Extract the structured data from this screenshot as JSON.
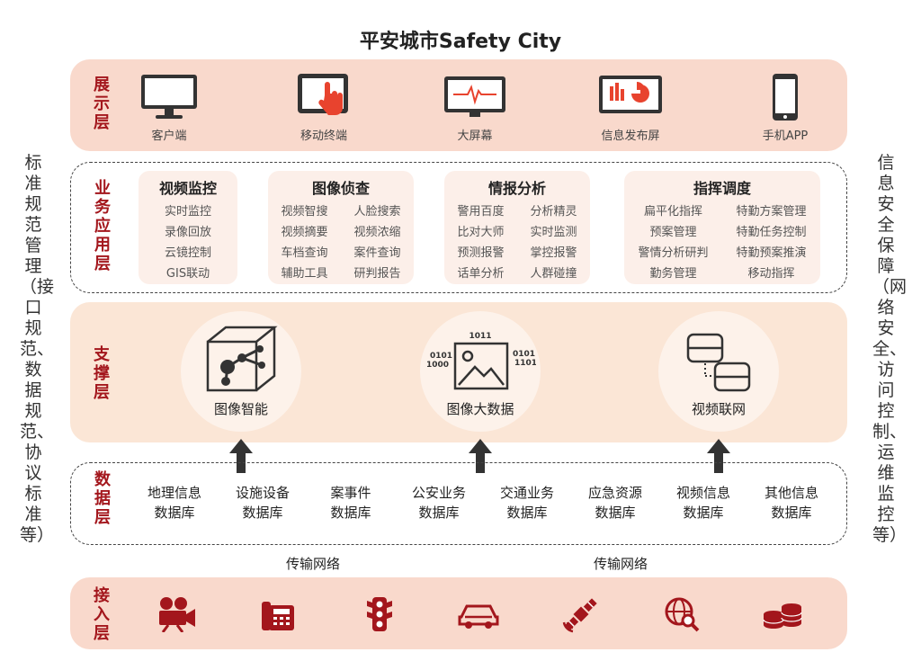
{
  "title": "平安城市Safety City",
  "left_side_text": "标准规范管理（接口规范、数据规范、协议标准等）",
  "right_side_text": "信息安全保障（网络安全、访问控制、运维监控等）",
  "colors": {
    "accent_red": "#a3161c",
    "icon_red": "#e8432e",
    "icon_dark": "#333333"
  },
  "display_layer": {
    "label": "展示层",
    "items": [
      {
        "icon": "desktop-monitor-icon",
        "label": "客户端"
      },
      {
        "icon": "tablet-touch-icon",
        "label": "移动终端"
      },
      {
        "icon": "large-screen-icon",
        "label": "大屏幕"
      },
      {
        "icon": "info-publish-screen-icon",
        "label": "信息发布屏"
      },
      {
        "icon": "mobile-phone-icon",
        "label": "手机APP"
      }
    ]
  },
  "business_layer": {
    "label": "业务应用层",
    "groups": [
      {
        "title": "视频监控",
        "items": [
          "实时监控",
          "录像回放",
          "云镜控制",
          "GIS联动"
        ]
      },
      {
        "title": "图像侦查",
        "items": [
          "视频智搜",
          "人脸搜索",
          "视频摘要",
          "视频浓缩",
          "车档查询",
          "案件查询",
          "辅助工具",
          "研判报告"
        ]
      },
      {
        "title": "情报分析",
        "items": [
          "警用百度",
          "分析精灵",
          "比对大师",
          "实时监测",
          "预测报警",
          "掌控报警",
          "话单分析",
          "人群碰撞"
        ]
      },
      {
        "title": "指挥调度",
        "items": [
          "扁平化指挥",
          "特勤方案管理",
          "预案管理",
          "特勤任务控制",
          "警情分析研判",
          "特勤预案推演",
          "勤务管理",
          "移动指挥"
        ]
      }
    ]
  },
  "support_layer": {
    "label": "支撑层",
    "items": [
      {
        "icon": "image-intelligence-cube-icon",
        "label": "图像智能"
      },
      {
        "icon": "image-big-data-icon",
        "label": "图像大数据",
        "binary": [
          "1011",
          "0101",
          "1000",
          "0101",
          "1101"
        ]
      },
      {
        "icon": "video-network-icon",
        "label": "视频联网"
      }
    ]
  },
  "data_layer": {
    "label": "数据层",
    "items": [
      {
        "line1": "地理信息",
        "line2": "数据库"
      },
      {
        "line1": "设施设备",
        "line2": "数据库"
      },
      {
        "line1": "案事件",
        "line2": "数据库"
      },
      {
        "line1": "公安业务",
        "line2": "数据库"
      },
      {
        "line1": "交通业务",
        "line2": "数据库"
      },
      {
        "line1": "应急资源",
        "line2": "数据库"
      },
      {
        "line1": "视频信息",
        "line2": "数据库"
      },
      {
        "line1": "其他信息",
        "line2": "数据库"
      }
    ]
  },
  "network_labels": [
    "传输网络",
    "传输网络"
  ],
  "access_layer": {
    "label": "接入层",
    "icons": [
      "video-camera-icon",
      "telephone-icon",
      "traffic-light-icon",
      "car-icon",
      "satellite-icon",
      "globe-search-icon",
      "coins-stack-icon"
    ]
  }
}
